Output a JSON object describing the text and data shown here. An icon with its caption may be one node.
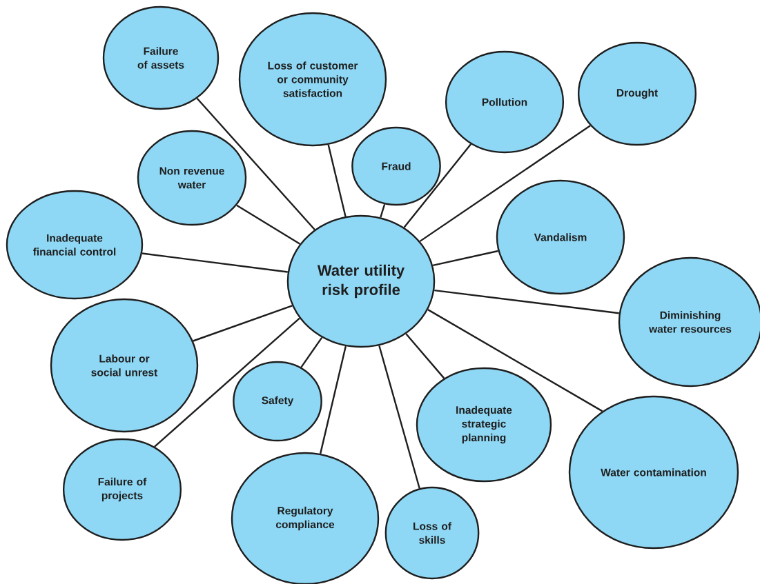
{
  "diagram": {
    "nodes": [
      {
        "text": [
          "Water utility risk profile"
        ]
      },
      {
        "text": [
          "Failure of assets"
        ]
      },
      {
        "text": [
          "Loss of customer or community satisfaction"
        ]
      },
      {
        "text": [
          "Pollution"
        ]
      },
      {
        "text": [
          "Drought"
        ]
      },
      {
        "text": [
          "Non revenue water"
        ]
      },
      {
        "text": [
          "Fraud"
        ]
      },
      {
        "text": [
          "Inadequate financial control"
        ]
      },
      {
        "text": [
          "Vandalism"
        ]
      },
      {
        "text": [
          "Diminishing water resources"
        ]
      },
      {
        "text": [
          "Labour or social unrest"
        ]
      },
      {
        "text": [
          "Safety"
        ]
      },
      {
        "text": [
          "Inadequate strategic planning"
        ]
      },
      {
        "text": [
          "Water contamination"
        ]
      },
      {
        "text": [
          "Failure of projects"
        ]
      },
      {
        "text": [
          "Regulatory compliance"
        ]
      },
      {
        "text": [
          "Loss of skills"
        ]
      }
    ],
    "edges": [
      {
        "from": 0,
        "to": 1,
        "arrow": "none"
      },
      {
        "from": 0,
        "to": 2,
        "arrow": "none"
      },
      {
        "from": 0,
        "to": 3,
        "arrow": "none"
      },
      {
        "from": 0,
        "to": 4,
        "arrow": "none"
      },
      {
        "from": 0,
        "to": 5,
        "arrow": "none"
      },
      {
        "from": 0,
        "to": 6,
        "arrow": "none"
      },
      {
        "from": 0,
        "to": 7,
        "arrow": "none"
      },
      {
        "from": 0,
        "to": 8,
        "arrow": "none"
      },
      {
        "from": 0,
        "to": 9,
        "arrow": "none"
      },
      {
        "from": 0,
        "to": 10,
        "arrow": "none"
      },
      {
        "from": 0,
        "to": 11,
        "arrow": "none"
      },
      {
        "from": 0,
        "to": 12,
        "arrow": "none"
      },
      {
        "from": 0,
        "to": 13,
        "arrow": "none"
      },
      {
        "from": 0,
        "to": 14,
        "arrow": "none"
      },
      {
        "from": 0,
        "to": 15,
        "arrow": "none"
      },
      {
        "from": 0,
        "to": 16,
        "arrow": "none"
      }
    ]
  }
}
